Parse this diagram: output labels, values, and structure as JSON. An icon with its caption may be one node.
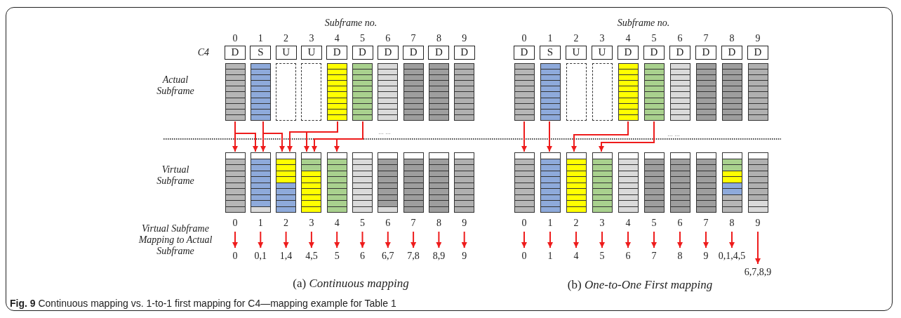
{
  "diagram": {
    "caption": "**Fig. 9** Continuous mapping vs. 1-to-1 first mapping for C4—mapping example for Table 1",
    "nodes": [
      {
        "text": [
          "D"
        ]
      },
      {
        "text": [
          "S"
        ]
      },
      {
        "text": [
          "U"
        ]
      },
      {
        "text": [
          "U"
        ]
      },
      {
        "text": [
          "D"
        ]
      },
      {
        "text": [
          "D"
        ]
      },
      {
        "text": [
          "D"
        ]
      },
      {
        "text": [
          "D"
        ]
      },
      {
        "text": [
          "D"
        ]
      },
      {
        "text": [
          "D"
        ]
      },
      {
        "text": [],
        "shape": "bar"
      },
      {
        "text": [],
        "shape": "bar"
      },
      {
        "text": [],
        "shape": "bar"
      },
      {
        "text": [],
        "shape": "bar"
      },
      {
        "text": [],
        "shape": "bar"
      },
      {
        "text": [],
        "shape": "bar"
      },
      {
        "text": [],
        "shape": "bar"
      },
      {
        "text": [],
        "shape": "bar"
      },
      {
        "text": [],
        "shape": "bar"
      },
      {
        "text": [],
        "shape": "bar"
      },
      {
        "text": [],
        "shape": "bar"
      },
      {
        "text": [],
        "shape": "bar"
      },
      {
        "text": [],
        "shape": "bar"
      },
      {
        "text": [],
        "shape": "bar"
      },
      {
        "text": [],
        "shape": "bar"
      },
      {
        "text": [],
        "shape": "bar"
      },
      {
        "text": [],
        "shape": "bar"
      },
      {
        "text": [],
        "shape": "bar"
      },
      {
        "text": [],
        "shape": "bar"
      },
      {
        "text": [],
        "shape": "bar"
      },
      {
        "text": [
          "0"
        ]
      },
      {
        "text": [
          "1"
        ]
      },
      {
        "text": [
          "2"
        ]
      },
      {
        "text": [
          "3"
        ]
      },
      {
        "text": [
          "4"
        ]
      },
      {
        "text": [
          "5"
        ]
      },
      {
        "text": [
          "6"
        ]
      },
      {
        "text": [
          "7"
        ]
      },
      {
        "text": [
          "8"
        ]
      },
      {
        "text": [
          "9"
        ]
      },
      {
        "text": [
          "0"
        ]
      },
      {
        "text": [
          "0,1"
        ]
      },
      {
        "text": [
          "1,4"
        ]
      },
      {
        "text": [
          "4,5"
        ]
      },
      {
        "text": [
          "5"
        ]
      },
      {
        "text": [
          "6"
        ]
      },
      {
        "text": [
          "6,7"
        ]
      },
      {
        "text": [
          "7,8"
        ]
      },
      {
        "text": [
          "8,9"
        ]
      },
      {
        "text": [
          "9"
        ]
      },
      {
        "text": [
          "D"
        ]
      },
      {
        "text": [
          "S"
        ]
      },
      {
        "text": [
          "U"
        ]
      },
      {
        "text": [
          "U"
        ]
      },
      {
        "text": [
          "D"
        ]
      },
      {
        "text": [
          "D"
        ]
      },
      {
        "text": [
          "D"
        ]
      },
      {
        "text": [
          "D"
        ]
      },
      {
        "text": [
          "D"
        ]
      },
      {
        "text": [
          "D"
        ]
      },
      {
        "text": [],
        "shape": "bar"
      },
      {
        "text": [],
        "shape": "bar"
      },
      {
        "text": [],
        "shape": "bar"
      },
      {
        "text": [],
        "shape": "bar"
      },
      {
        "text": [],
        "shape": "bar"
      },
      {
        "text": [],
        "shape": "bar"
      },
      {
        "text": [],
        "shape": "bar"
      },
      {
        "text": [],
        "shape": "bar"
      },
      {
        "text": [],
        "shape": "bar"
      },
      {
        "text": [],
        "shape": "bar"
      },
      {
        "text": [],
        "shape": "bar"
      },
      {
        "text": [],
        "shape": "bar"
      },
      {
        "text": [],
        "shape": "bar"
      },
      {
        "text": [],
        "shape": "bar"
      },
      {
        "text": [],
        "shape": "bar"
      },
      {
        "text": [],
        "shape": "bar"
      },
      {
        "text": [],
        "shape": "bar"
      },
      {
        "text": [],
        "shape": "bar"
      },
      {
        "text": [],
        "shape": "bar"
      },
      {
        "text": [],
        "shape": "bar"
      },
      {
        "text": [
          "0"
        ]
      },
      {
        "text": [
          "1"
        ]
      },
      {
        "text": [
          "2"
        ]
      },
      {
        "text": [
          "3"
        ]
      },
      {
        "text": [
          "4"
        ]
      },
      {
        "text": [
          "5"
        ]
      },
      {
        "text": [
          "6"
        ]
      },
      {
        "text": [
          "7"
        ]
      },
      {
        "text": [
          "8"
        ]
      },
      {
        "text": [
          "9"
        ]
      },
      {
        "text": [
          "0"
        ]
      },
      {
        "text": [
          "1"
        ]
      },
      {
        "text": [
          "4"
        ]
      },
      {
        "text": [
          "5"
        ]
      },
      {
        "text": [
          "6"
        ]
      },
      {
        "text": [
          "7"
        ]
      },
      {
        "text": [
          "8"
        ]
      },
      {
        "text": [
          "9"
        ]
      },
      {
        "text": [
          "0,1,4,5"
        ]
      },
      {
        "text": [
          "6,7,8,9"
        ]
      }
    ],
    "edges": [
      {
        "from": 10,
        "to": 20,
        "arrow": "to",
        "color": "#ee1c1c"
      },
      {
        "from": 10,
        "to": 21,
        "arrow": "to",
        "color": "#ee1c1c"
      },
      {
        "from": 11,
        "to": 21,
        "arrow": "to",
        "color": "#ee1c1c"
      },
      {
        "from": 11,
        "to": 22,
        "arrow": "to",
        "color": "#ee1c1c"
      },
      {
        "from": 14,
        "to": 22,
        "arrow": "to",
        "color": "#ee1c1c"
      },
      {
        "from": 14,
        "to": 23,
        "arrow": "to",
        "color": "#ee1c1c"
      },
      {
        "from": 15,
        "to": 23,
        "arrow": "to",
        "color": "#ee1c1c"
      },
      {
        "from": 15,
        "to": 24,
        "arrow": "to",
        "color": "#ee1c1c"
      },
      {
        "from": 30,
        "to": 40,
        "arrow": "to",
        "color": "#ee1c1c"
      },
      {
        "from": 31,
        "to": 41,
        "arrow": "to",
        "color": "#ee1c1c"
      },
      {
        "from": 32,
        "to": 42,
        "arrow": "to",
        "color": "#ee1c1c"
      },
      {
        "from": 33,
        "to": 43,
        "arrow": "to",
        "color": "#ee1c1c"
      },
      {
        "from": 34,
        "to": 44,
        "arrow": "to",
        "color": "#ee1c1c"
      },
      {
        "from": 35,
        "to": 45,
        "arrow": "to",
        "color": "#ee1c1c"
      },
      {
        "from": 36,
        "to": 46,
        "arrow": "to",
        "color": "#ee1c1c"
      },
      {
        "from": 37,
        "to": 47,
        "arrow": "to",
        "color": "#ee1c1c"
      },
      {
        "from": 38,
        "to": 48,
        "arrow": "to",
        "color": "#ee1c1c"
      },
      {
        "from": 39,
        "to": 49,
        "arrow": "to",
        "color": "#ee1c1c"
      },
      {
        "from": 60,
        "to": 70,
        "arrow": "to",
        "color": "#ee1c1c"
      },
      {
        "from": 61,
        "to": 71,
        "arrow": "to",
        "color": "#ee1c1c"
      },
      {
        "from": 64,
        "to": 72,
        "arrow": "to",
        "color": "#ee1c1c"
      },
      {
        "from": 65,
        "to": 73,
        "arrow": "to",
        "color": "#ee1c1c"
      },
      {
        "from": 80,
        "to": 90,
        "arrow": "to",
        "color": "#ee1c1c"
      },
      {
        "from": 81,
        "to": 91,
        "arrow": "to",
        "color": "#ee1c1c"
      },
      {
        "from": 82,
        "to": 92,
        "arrow": "to",
        "color": "#ee1c1c"
      },
      {
        "from": 83,
        "to": 93,
        "arrow": "to",
        "color": "#ee1c1c"
      },
      {
        "from": 84,
        "to": 94,
        "arrow": "to",
        "color": "#ee1c1c"
      },
      {
        "from": 85,
        "to": 95,
        "arrow": "to",
        "color": "#ee1c1c"
      },
      {
        "from": 86,
        "to": 96,
        "arrow": "to",
        "color": "#ee1c1c"
      },
      {
        "from": 87,
        "to": 97,
        "arrow": "to",
        "color": "#ee1c1c"
      },
      {
        "from": 88,
        "to": 98,
        "arrow": "to",
        "color": "#ee1c1c"
      },
      {
        "from": 89,
        "to": 99,
        "arrow": "to",
        "color": "#ee1c1c"
      }
    ],
    "labels": [
      "Subframe no.",
      "Subframe no.",
      "0",
      "1",
      "2",
      "3",
      "4",
      "5",
      "6",
      "7",
      "8",
      "9",
      "0",
      "1",
      "2",
      "3",
      "4",
      "5",
      "6",
      "7",
      "8",
      "9",
      "C4",
      "Actual Subframe",
      "... ...",
      "... ...",
      "Virtual Subframe",
      "Virtual Subframe Mapping to Actual Subframe",
      "(a) *Continuous mapping*",
      "(b) *One-to-One First mapping*"
    ]
  }
}
